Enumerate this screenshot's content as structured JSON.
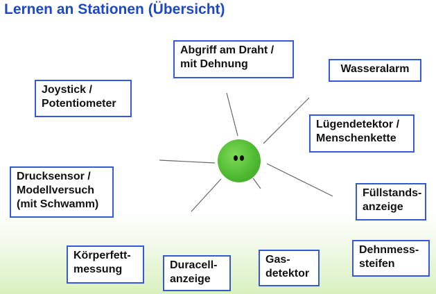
{
  "title": "Lernen an Stationen (Übersicht)",
  "stations": {
    "abgriff": {
      "line1": "Abgriff am Draht /",
      "line2": "mit Dehnung"
    },
    "wasseralarm": {
      "line1": "Wasseralarm"
    },
    "joystick": {
      "line1": "Joystick /",
      "line2": "Potentiometer"
    },
    "luegen": {
      "line1": "Lügendetektor /",
      "line2": "Menschenkette"
    },
    "druck": {
      "line1": "Drucksensor /",
      "line2": "Modellversuch",
      "line3": "(mit Schwamm)"
    },
    "fuell": {
      "line1": "Füllstands-",
      "line2": "anzeige"
    },
    "koerper": {
      "line1": "Körperfett-",
      "line2": "messung"
    },
    "duracell": {
      "line1": "Duracell-",
      "line2": "anzeige"
    },
    "gas": {
      "line1": "Gas-",
      "line2": "detektor"
    },
    "dehn": {
      "line1": "Dehnmess-",
      "line2": "steifen"
    }
  }
}
